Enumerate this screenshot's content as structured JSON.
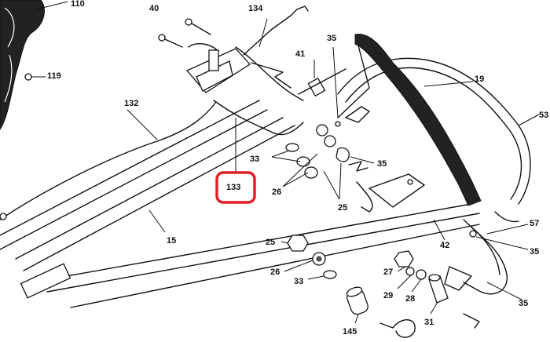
{
  "highlight_color": "#e0202a",
  "callouts": {
    "c110": "110",
    "c40": "40",
    "c134": "134",
    "c35a": "35",
    "c119": "119",
    "c41": "41",
    "c19": "19",
    "c53": "53",
    "c132": "132",
    "c33a": "33",
    "c35b": "35",
    "c26a": "26",
    "c133": "133",
    "c25a": "25",
    "c15": "15",
    "c42": "42",
    "c57": "57",
    "c35c": "35",
    "c25b": "25",
    "c26b": "26",
    "c33b": "33",
    "c27": "27",
    "c29": "29",
    "c28": "28",
    "c35d": "35",
    "c145": "145",
    "c31": "31"
  }
}
